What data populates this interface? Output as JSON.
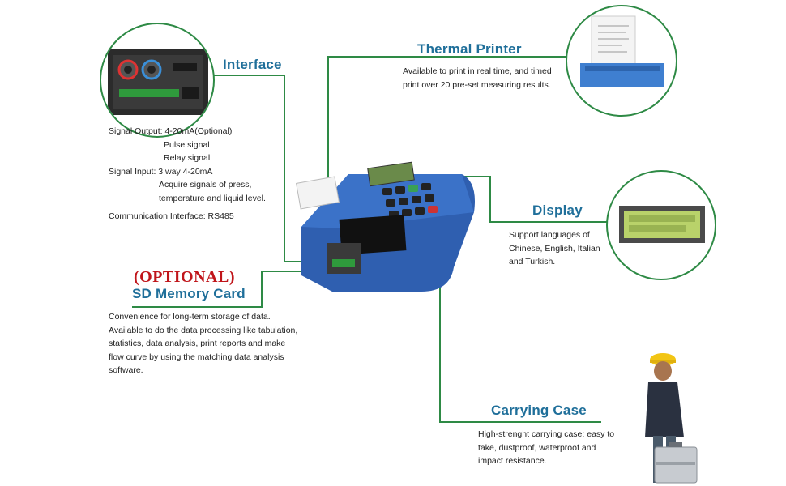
{
  "interface": {
    "title": "Interface",
    "signal_output_label": "Signal Output: 4-20mA(Optional)",
    "signal_output_items": [
      "Pulse signal",
      "Relay signal"
    ],
    "signal_input_label": "Signal Input: 3 way 4-20mA",
    "signal_input_items": [
      "Acquire signals of press,",
      "temperature and liquid level."
    ],
    "communication": "Communication Interface: RS485"
  },
  "thermal_printer": {
    "title": "Thermal Printer",
    "lines": [
      "Available to print in real time, and timed",
      "print over 20 pre-set measuring results."
    ]
  },
  "display": {
    "title": "Display",
    "lines": [
      "Support languages of",
      "Chinese, English, Italian",
      "and Turkish."
    ]
  },
  "sd_card": {
    "optional": "(OPTIONAL)",
    "title": "SD Memory Card",
    "lines": [
      "Convenience for long-term storage of data.",
      "Available to do the data processing like tabulation,",
      "statistics, data analysis, print reports and make",
      "flow curve by using the matching data analysis",
      "software."
    ]
  },
  "carrying_case": {
    "title": "Carrying Case",
    "lines": [
      "High-strenght carrying case: easy to",
      "take, dustproof, waterproof and",
      "impact resistance."
    ]
  },
  "colors": {
    "title_blue": "#1f6f9a",
    "line_green": "#2e8a45",
    "optional_red": "#c0151a",
    "device_blue": "#2f5fb0"
  },
  "icons": [
    "device-image",
    "interface-panel-image",
    "printer-paper-image",
    "lcd-display-image",
    "worker-with-case-image"
  ]
}
